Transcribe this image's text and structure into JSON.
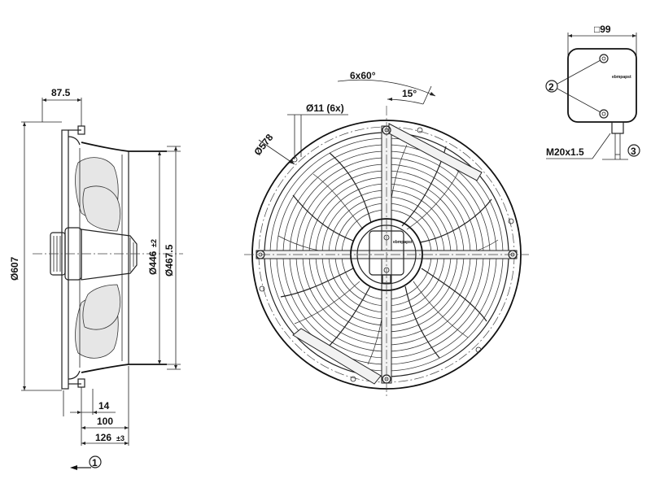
{
  "side_view": {
    "dim_top_width": "87.5",
    "dim_overall_diameter": "Ø607",
    "dim_inner_diameter": "Ø446",
    "dim_inner_tol": "±2",
    "dim_outer_diameter": "Ø467.5",
    "dim_14": "14",
    "dim_100": "100",
    "dim_126": "126",
    "dim_126_tol": "±3",
    "airflow_marker": "1"
  },
  "front_view": {
    "dim_angle_pattern": "6x60°",
    "dim_angle_offset": "15°",
    "dim_hole": "Ø11 (6x)",
    "dim_bolt_circle": "Ø578",
    "brand_label": "ebmpapst"
  },
  "terminal_box": {
    "dim_square": "□99",
    "callout_screws": "2",
    "dim_gland": "M20x1.5",
    "callout_gland": "3",
    "brand_label": "ebmpapst"
  },
  "colors": {
    "line": "#222222",
    "fill_light": "#e6e6e6",
    "background": "#ffffff"
  }
}
